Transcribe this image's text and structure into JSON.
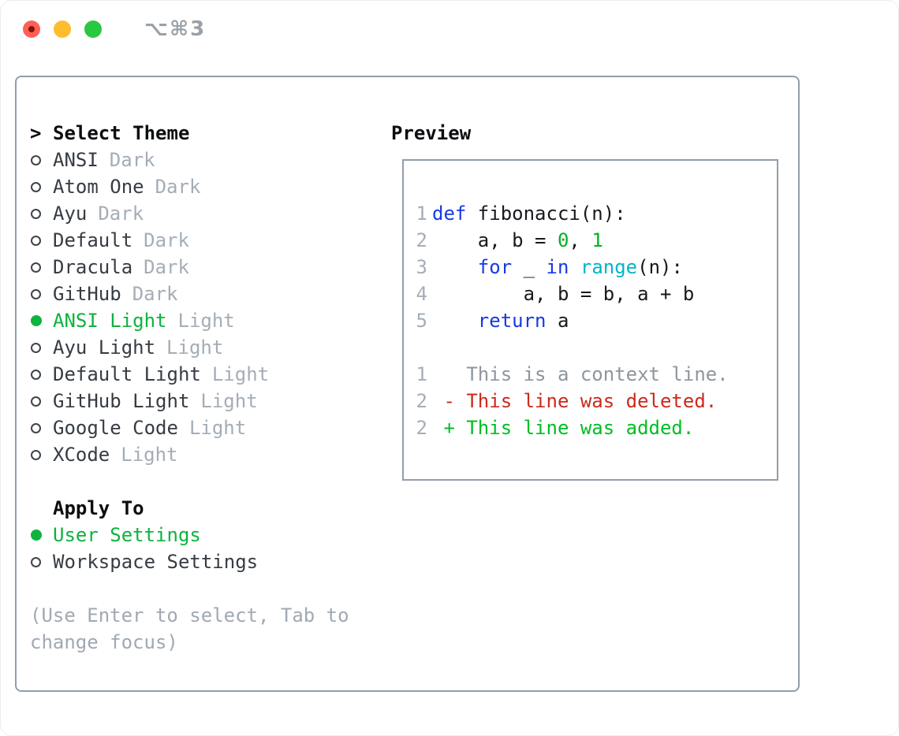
{
  "window": {
    "shortcut": "⌥⌘3",
    "traffic_lights": [
      "close",
      "minimize",
      "zoom"
    ]
  },
  "theme_picker": {
    "header_marker": ">",
    "header": "Select Theme",
    "themes": [
      {
        "name": "ANSI",
        "tag": "Dark",
        "selected": false
      },
      {
        "name": "Atom One",
        "tag": "Dark",
        "selected": false
      },
      {
        "name": "Ayu",
        "tag": "Dark",
        "selected": false
      },
      {
        "name": "Default",
        "tag": "Dark",
        "selected": false
      },
      {
        "name": "Dracula",
        "tag": "Dark",
        "selected": false
      },
      {
        "name": "GitHub",
        "tag": "Dark",
        "selected": false
      },
      {
        "name": "ANSI Light",
        "tag": "Light",
        "selected": true
      },
      {
        "name": "Ayu Light",
        "tag": "Light",
        "selected": false
      },
      {
        "name": "Default Light",
        "tag": "Light",
        "selected": false
      },
      {
        "name": "GitHub Light",
        "tag": "Light",
        "selected": false
      },
      {
        "name": "Google Code",
        "tag": "Light",
        "selected": false
      },
      {
        "name": "XCode",
        "tag": "Light",
        "selected": false
      }
    ],
    "apply_to": {
      "header": "Apply To",
      "options": [
        {
          "label": "User Settings",
          "selected": true
        },
        {
          "label": "Workspace Settings",
          "selected": false
        }
      ]
    },
    "help_lines": [
      "(Use Enter to select, Tab to",
      "change focus)"
    ]
  },
  "preview": {
    "title": "Preview",
    "code_lines": [
      {
        "num": "1",
        "tokens": [
          {
            "t": "def",
            "c": "kw"
          },
          {
            "t": " fibonacci(n):",
            "c": "fg"
          }
        ]
      },
      {
        "num": "2",
        "tokens": [
          {
            "t": "    a, b = ",
            "c": "fg"
          },
          {
            "t": "0",
            "c": "num"
          },
          {
            "t": ", ",
            "c": "fg"
          },
          {
            "t": "1",
            "c": "num"
          }
        ]
      },
      {
        "num": "3",
        "tokens": [
          {
            "t": "    ",
            "c": "fg"
          },
          {
            "t": "for",
            "c": "kw"
          },
          {
            "t": " _ ",
            "c": "fg"
          },
          {
            "t": "in",
            "c": "kw"
          },
          {
            "t": " ",
            "c": "fg"
          },
          {
            "t": "range",
            "c": "fn"
          },
          {
            "t": "(n):",
            "c": "fg"
          }
        ]
      },
      {
        "num": "4",
        "tokens": [
          {
            "t": "        a, b = b, a + b",
            "c": "fg"
          }
        ]
      },
      {
        "num": "5",
        "tokens": [
          {
            "t": "    ",
            "c": "fg"
          },
          {
            "t": "return",
            "c": "kw"
          },
          {
            "t": " a",
            "c": "fg"
          }
        ]
      },
      {
        "num": "",
        "tokens": []
      },
      {
        "num": "1",
        "tokens": [
          {
            "t": "   This is a context line.",
            "c": "ctx"
          }
        ]
      },
      {
        "num": "2",
        "tokens": [
          {
            "t": " - This line was deleted.",
            "c": "del"
          }
        ]
      },
      {
        "num": "2",
        "tokens": [
          {
            "t": " + This line was added.",
            "c": "add"
          }
        ]
      }
    ]
  },
  "colors": {
    "accent_green": "#0db33e",
    "keyword_blue": "#1639e6",
    "builtin_cyan": "#00b5c9",
    "number_green": "#00b321",
    "added_green": "#00bd23",
    "deleted_red": "#cb2a1d",
    "muted_gray": "#a4adb7",
    "context_gray": "#8d969f",
    "border_gray": "#939da9",
    "traffic_red": "#ff5f57",
    "traffic_yellow": "#febc2e",
    "traffic_green": "#28c840"
  }
}
